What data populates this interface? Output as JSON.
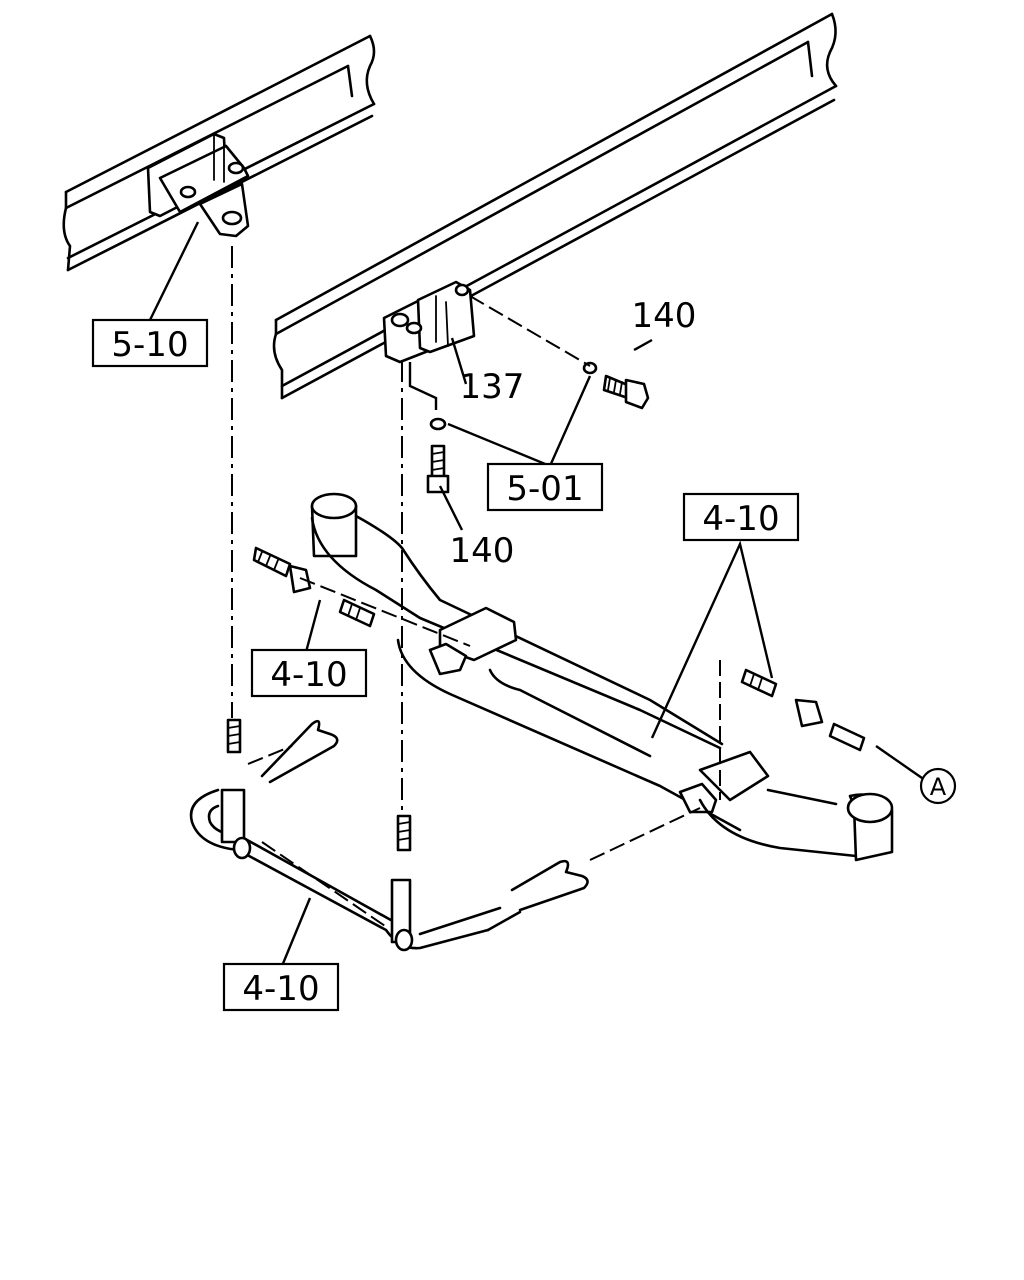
{
  "labels": {
    "ref_frame_upper_left": "5-10",
    "part_137": "137",
    "part_140_top": "140",
    "ref_5_01": "5-01",
    "part_140_bottom": "140",
    "ref_4_10_right": "4-10",
    "ref_4_10_mid": "4-10",
    "ref_4_10_bottom": "4-10",
    "circle_a": "A"
  },
  "colors": {
    "ink": "#000000",
    "paper": "#ffffff"
  }
}
